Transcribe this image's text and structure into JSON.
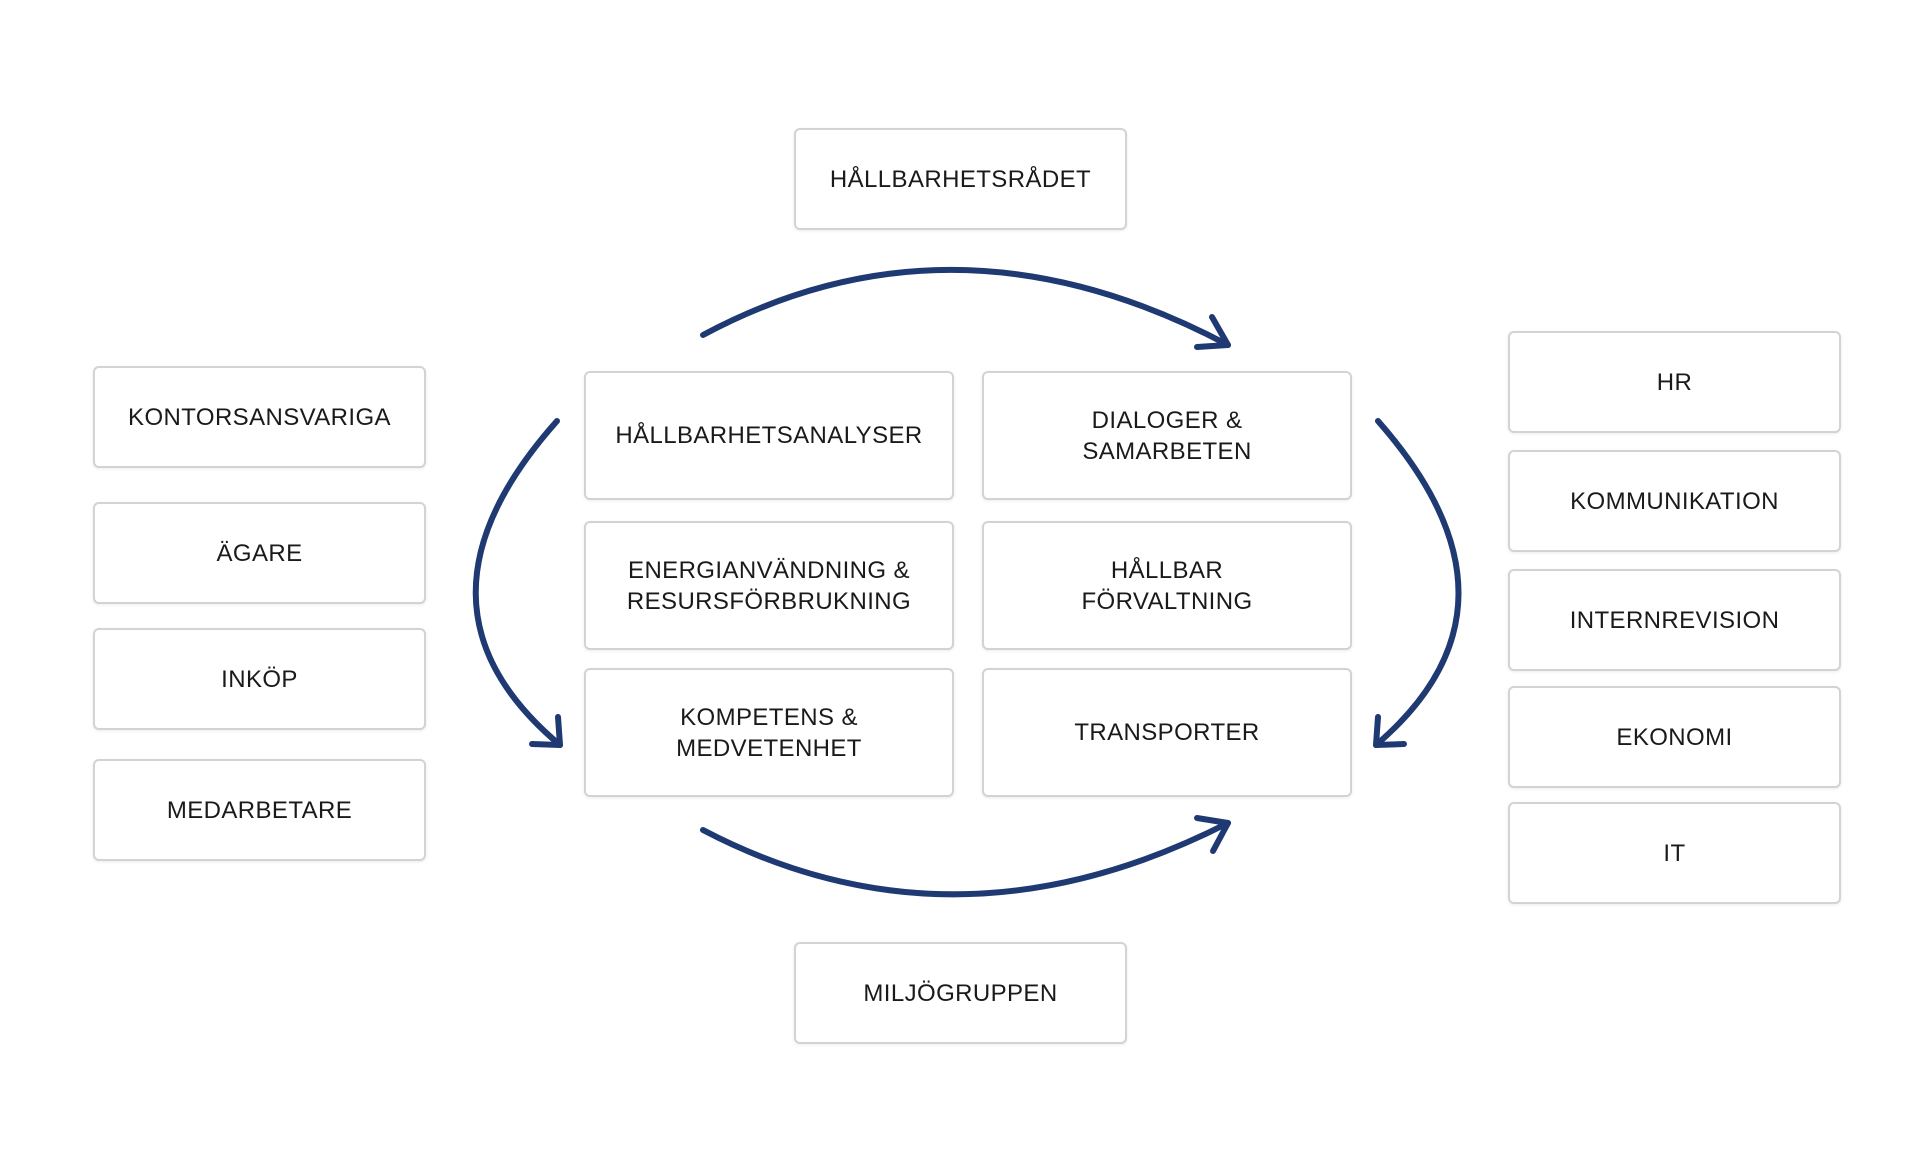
{
  "diagram": {
    "arrow_color": "#1f3a73",
    "top_box": "HÅLLBARHETSRÅDET",
    "bottom_box": "MILJÖGRUPPEN",
    "left_column": [
      "KONTORSANSVARIGA",
      "ÄGARE",
      "INKÖP",
      "MEDARBETARE"
    ],
    "right_column": [
      "HR",
      "KOMMUNIKATION",
      "INTERNREVISION",
      "EKONOMI",
      "IT"
    ],
    "center": {
      "hallbarhetsanalyser": "HÅLLBARHETSANALYSER",
      "dialoger": "DIALOGER &\nSAMARBETEN",
      "energi": "ENERGIANVÄNDNING &\nRESURSFÖRBRUKNING",
      "forvaltning": "HÅLLBAR\nFÖRVALTNING",
      "kompetens": "KOMPETENS &\nMEDVETENHET",
      "transporter": "TRANSPORTER"
    }
  }
}
